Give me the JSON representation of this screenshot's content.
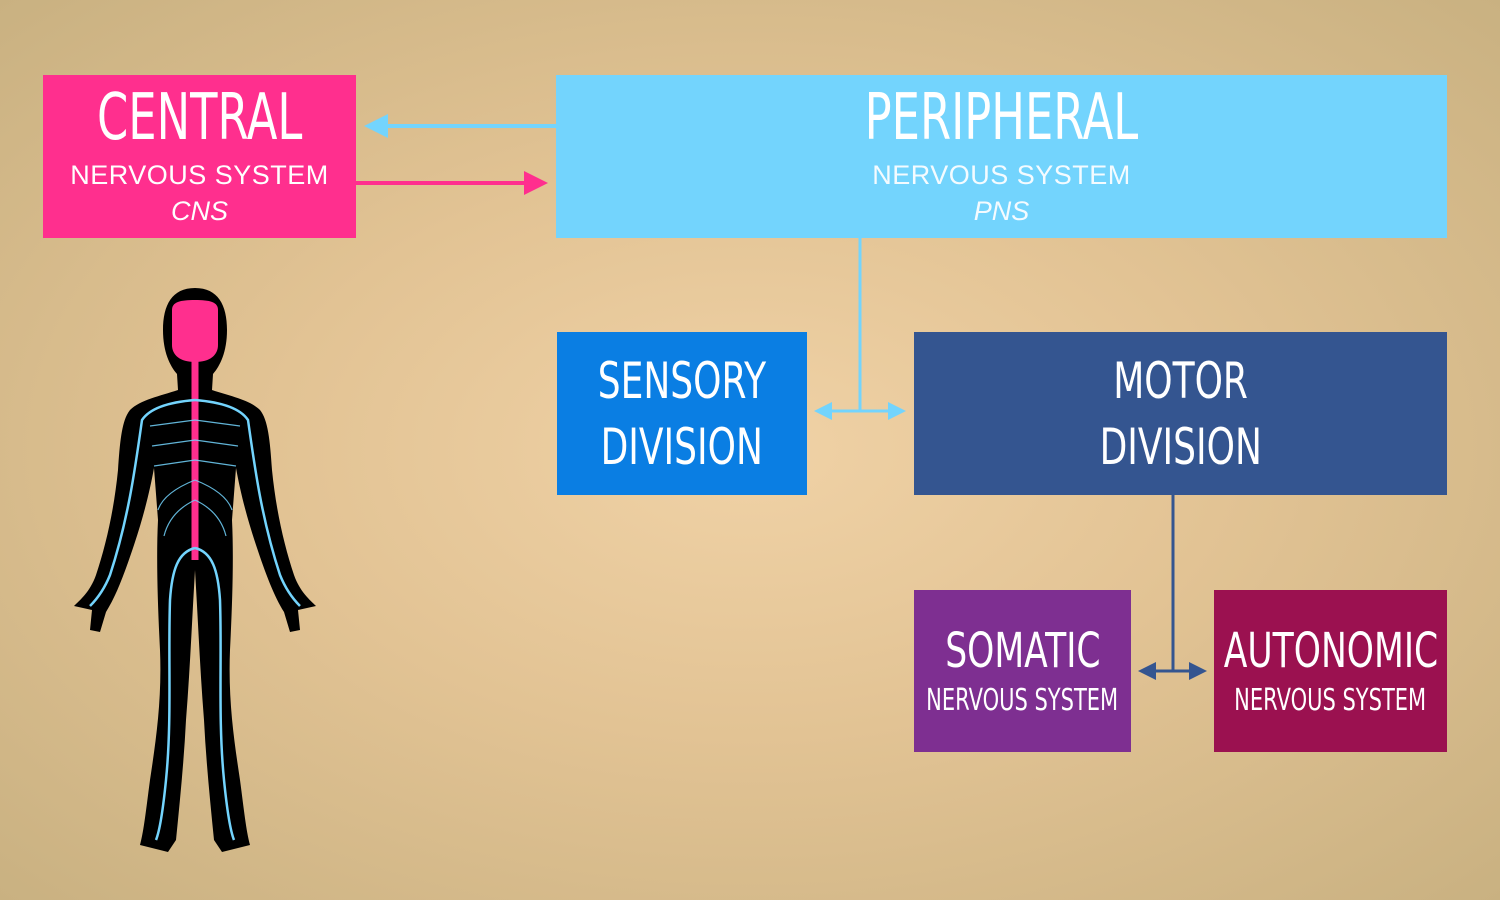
{
  "colors": {
    "background": "#e9cb9c",
    "central": "#ff2f8e",
    "peripheral": "#73d4fd",
    "sensory": "#0a7ee3",
    "motor": "#345590",
    "somatic": "#7e2f91",
    "autonomic": "#9b1150",
    "body": "#000000"
  },
  "central": {
    "title": "CENTRAL",
    "subtitle": "NERVOUS SYSTEM",
    "abbreviation": "CNS"
  },
  "peripheral": {
    "title": "PERIPHERAL",
    "subtitle": "NERVOUS SYSTEM",
    "abbreviation": "PNS"
  },
  "sensory": {
    "line1": "SENSORY",
    "line2": "DIVISION"
  },
  "motor": {
    "line1": "MOTOR",
    "line2": "DIVISION"
  },
  "somatic": {
    "title": "SOMATIC",
    "subtitle": "NERVOUS SYSTEM"
  },
  "autonomic": {
    "title": "AUTONOMIC",
    "subtitle": "NERVOUS SYSTEM"
  },
  "illustration": "human-body-nervous-system"
}
